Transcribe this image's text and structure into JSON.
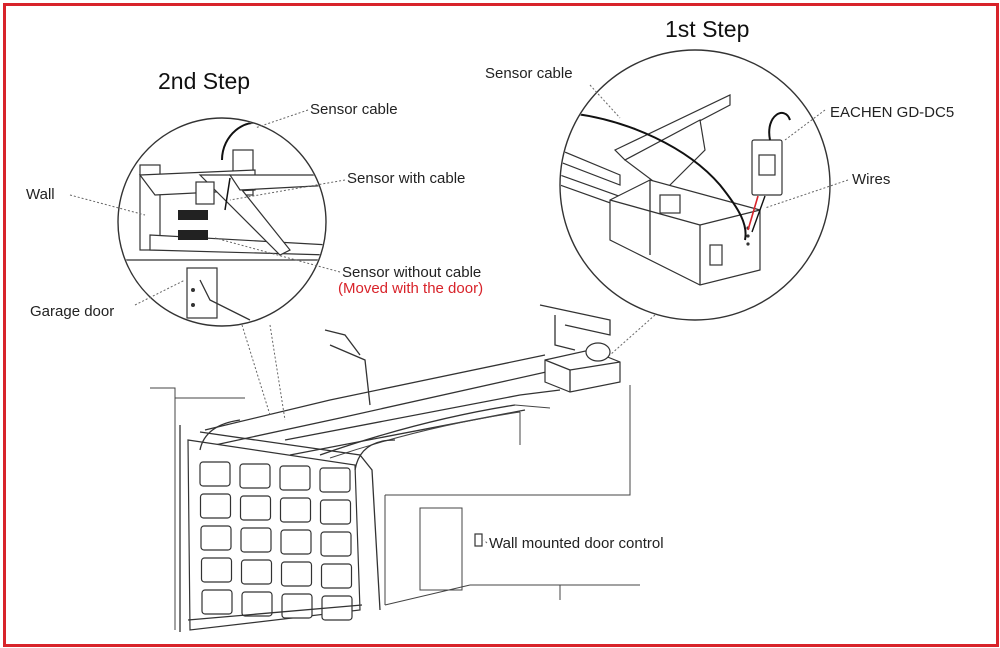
{
  "colors": {
    "frame": "#d8232a",
    "accent_text": "#d8232a",
    "line": "#333333"
  },
  "steps": {
    "first": "1st Step",
    "second": "2nd Step"
  },
  "left_callouts": {
    "sensor_cable": "Sensor cable",
    "sensor_with_cable": "Sensor with cable",
    "sensor_without_cable": "Sensor without cable",
    "moved_with_door": "(Moved with the door)",
    "wall": "Wall",
    "garage_door": "Garage door"
  },
  "right_callouts": {
    "sensor_cable": "Sensor cable",
    "device": "EACHEN GD-DC5",
    "wires": "Wires"
  },
  "main": {
    "wall_control": "Wall mounted door control"
  }
}
